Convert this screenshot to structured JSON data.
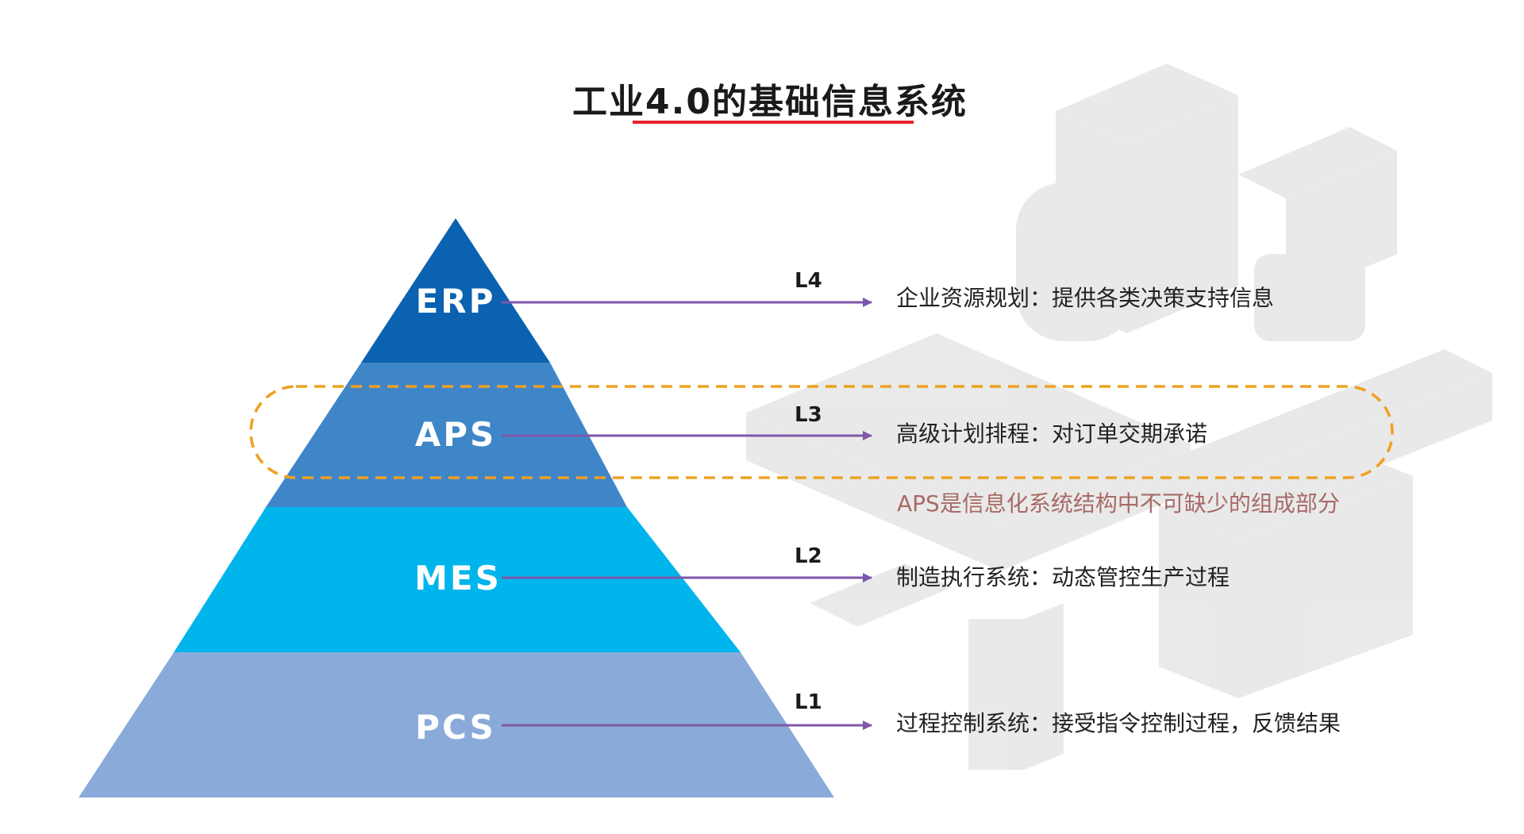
{
  "title": "工业4.0的基础信息系统",
  "colors": {
    "title_underline": "#e8222a",
    "tier_erp": "#0a62b0",
    "tier_aps": "#3f86c9",
    "tier_mes": "#00b4ec",
    "tier_pcs": "#8aabd9",
    "arrow": "#7e57a8",
    "highlight_box": "#f0a023",
    "note": "#a86a66"
  },
  "tiers": [
    {
      "id": "erp",
      "label": "ERP",
      "level": "L4",
      "description": "企业资源规划：提供各类决策支持信息"
    },
    {
      "id": "aps",
      "label": "APS",
      "level": "L3",
      "description": "高级计划排程：对订单交期承诺"
    },
    {
      "id": "mes",
      "label": "MES",
      "level": "L2",
      "description": "制造执行系统：动态管控生产过程"
    },
    {
      "id": "pcs",
      "label": "PCS",
      "level": "L1",
      "description": "过程控制系统：接受指令控制过程，反馈结果"
    }
  ],
  "highlight_note": "APS是信息化系统结构中不可缺少的组成部分"
}
